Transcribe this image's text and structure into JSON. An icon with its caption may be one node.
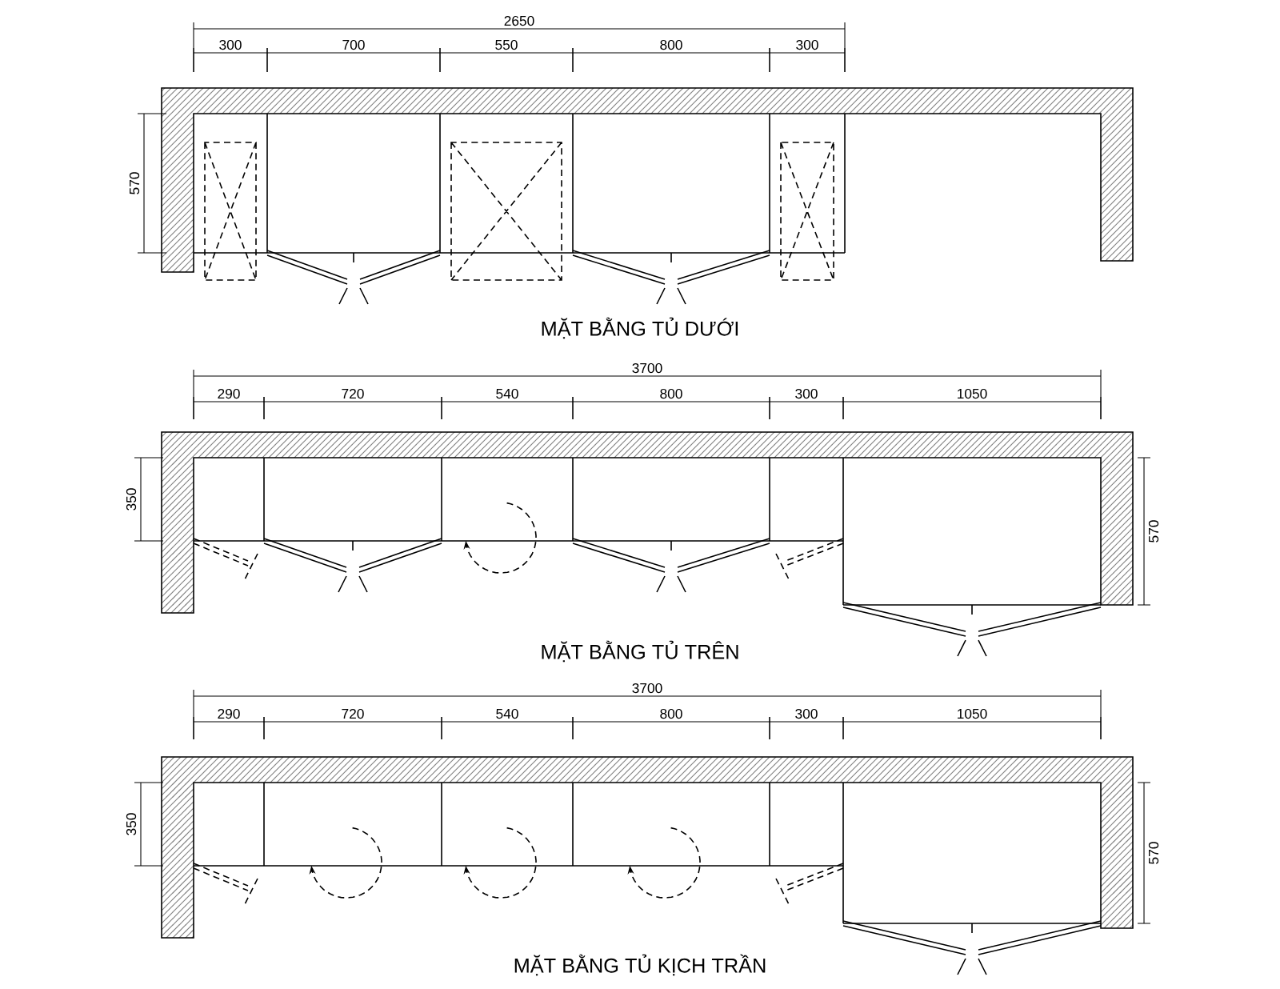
{
  "diagram": {
    "labels": [
      "2650",
      "300",
      "700",
      "550",
      "800",
      "300",
      "570",
      "MẶT BẰNG TỦ DƯỚI",
      "3700",
      "290",
      "720",
      "540",
      "800",
      "300",
      "1050",
      "350",
      "570",
      "MẶT BẰNG TỦ TRÊN",
      "3700",
      "290",
      "720",
      "540",
      "800",
      "300",
      "1050",
      "350",
      "570",
      "MẶT BẰNG TỦ KỊCH TRẦN"
    ]
  }
}
